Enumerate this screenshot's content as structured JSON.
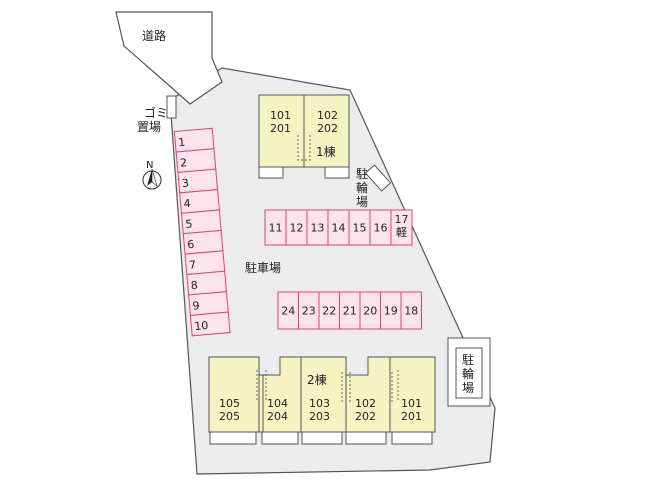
{
  "labels": {
    "road": "道路",
    "garbage": "ゴミ置場",
    "north": "N",
    "parking": "駐車場",
    "bike_parking_1": "駐輪場",
    "bike_parking_2": "駐輪場"
  },
  "building1": {
    "name": "1棟",
    "units": [
      {
        "top": "101",
        "bottom": "201"
      },
      {
        "top": "102",
        "bottom": "202"
      }
    ]
  },
  "building2": {
    "name": "2棟",
    "units": [
      {
        "top": "105",
        "bottom": "205"
      },
      {
        "top": "104",
        "bottom": "204"
      },
      {
        "top": "103",
        "bottom": "203"
      },
      {
        "top": "102",
        "bottom": "202"
      },
      {
        "top": "101",
        "bottom": "201"
      }
    ]
  },
  "parking_spaces": {
    "left_column": [
      "1",
      "2",
      "3",
      "4",
      "5",
      "6",
      "7",
      "8",
      "9",
      "10"
    ],
    "upper_row": [
      "11",
      "12",
      "13",
      "14",
      "15",
      "16",
      "17軽"
    ],
    "lower_row": [
      "24",
      "23",
      "22",
      "21",
      "20",
      "19",
      "18"
    ]
  },
  "colors": {
    "lot": "#ececec",
    "building": "#f6f3c2",
    "parking_space_fill": "#fde3ec",
    "parking_space_border": "#e0436a"
  }
}
